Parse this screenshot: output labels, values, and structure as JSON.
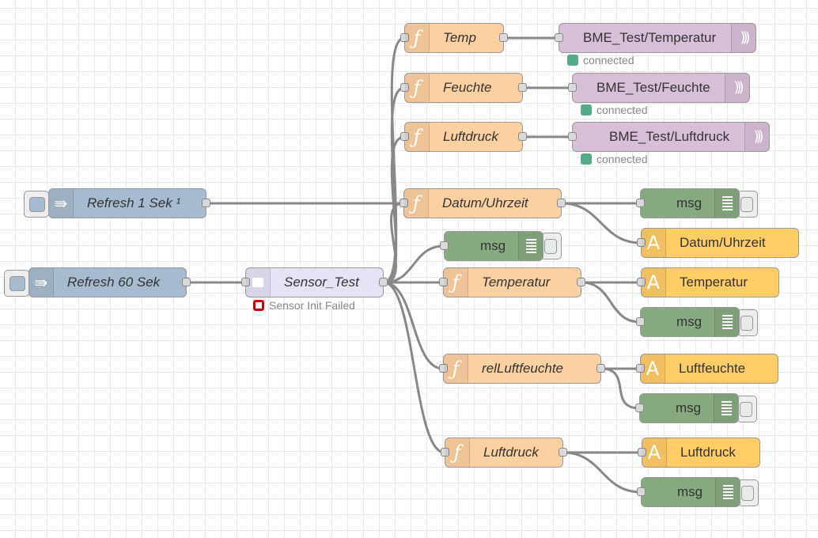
{
  "colors": {
    "wire": "#888888",
    "function": "#fdd0a2",
    "inject": "#a6bbcf",
    "mqtt": "#d8bfd8",
    "debug": "#87a980",
    "dashboard": "#ffcc66",
    "sensor": "#e5e3f6",
    "status_ok": "#55aa88",
    "status_error": "#cc0000"
  },
  "nodes": {
    "temp_fn": {
      "label": "Temp",
      "icon": "function-icon"
    },
    "feuchte_fn": {
      "label": "Feuchte",
      "icon": "function-icon"
    },
    "luftdruck_fn1": {
      "label": "Luftdruck",
      "icon": "function-icon"
    },
    "mqtt_temp": {
      "label": "BME_Test/Temperatur",
      "icon": "mqtt-wave-icon",
      "status": "connected"
    },
    "mqtt_feuchte": {
      "label": "BME_Test/Feuchte",
      "icon": "mqtt-wave-icon",
      "status": "connected"
    },
    "mqtt_luftdruck": {
      "label": "BME_Test/Luftdruck",
      "icon": "mqtt-wave-icon",
      "status": "connected"
    },
    "inject_1s": {
      "label": "Refresh 1 Sek ¹",
      "icon": "inject-arrow-icon"
    },
    "inject_60s": {
      "label": "Refresh 60 Sek",
      "icon": "inject-arrow-icon"
    },
    "datum_fn": {
      "label": "Datum/Uhrzeit",
      "icon": "function-icon"
    },
    "debug_datum": {
      "label": "msg",
      "icon": "debug-bars-icon"
    },
    "ui_datum": {
      "label": "Datum/Uhrzeit",
      "icon": "text-a-icon"
    },
    "debug_sensor": {
      "label": "msg",
      "icon": "debug-bars-icon"
    },
    "sensor": {
      "label": "Sensor_Test",
      "icon": "chip-icon",
      "status": "Sensor Init Failed"
    },
    "temperatur_fn": {
      "label": "Temperatur",
      "icon": "function-icon"
    },
    "ui_temperatur": {
      "label": "Temperatur",
      "icon": "text-a-icon"
    },
    "debug_temperatur": {
      "label": "msg",
      "icon": "debug-bars-icon"
    },
    "rel_fn": {
      "label": "relLuftfeuchte",
      "icon": "function-icon"
    },
    "ui_luftfeuchte": {
      "label": "Luftfeuchte",
      "icon": "text-a-icon"
    },
    "debug_luftfeuchte": {
      "label": "msg",
      "icon": "debug-bars-icon"
    },
    "luftdruck_fn2": {
      "label": "Luftdruck",
      "icon": "function-icon"
    },
    "ui_luftdruck": {
      "label": "Luftdruck",
      "icon": "text-a-icon"
    },
    "debug_luftdruck": {
      "label": "msg",
      "icon": "debug-bars-icon"
    }
  }
}
